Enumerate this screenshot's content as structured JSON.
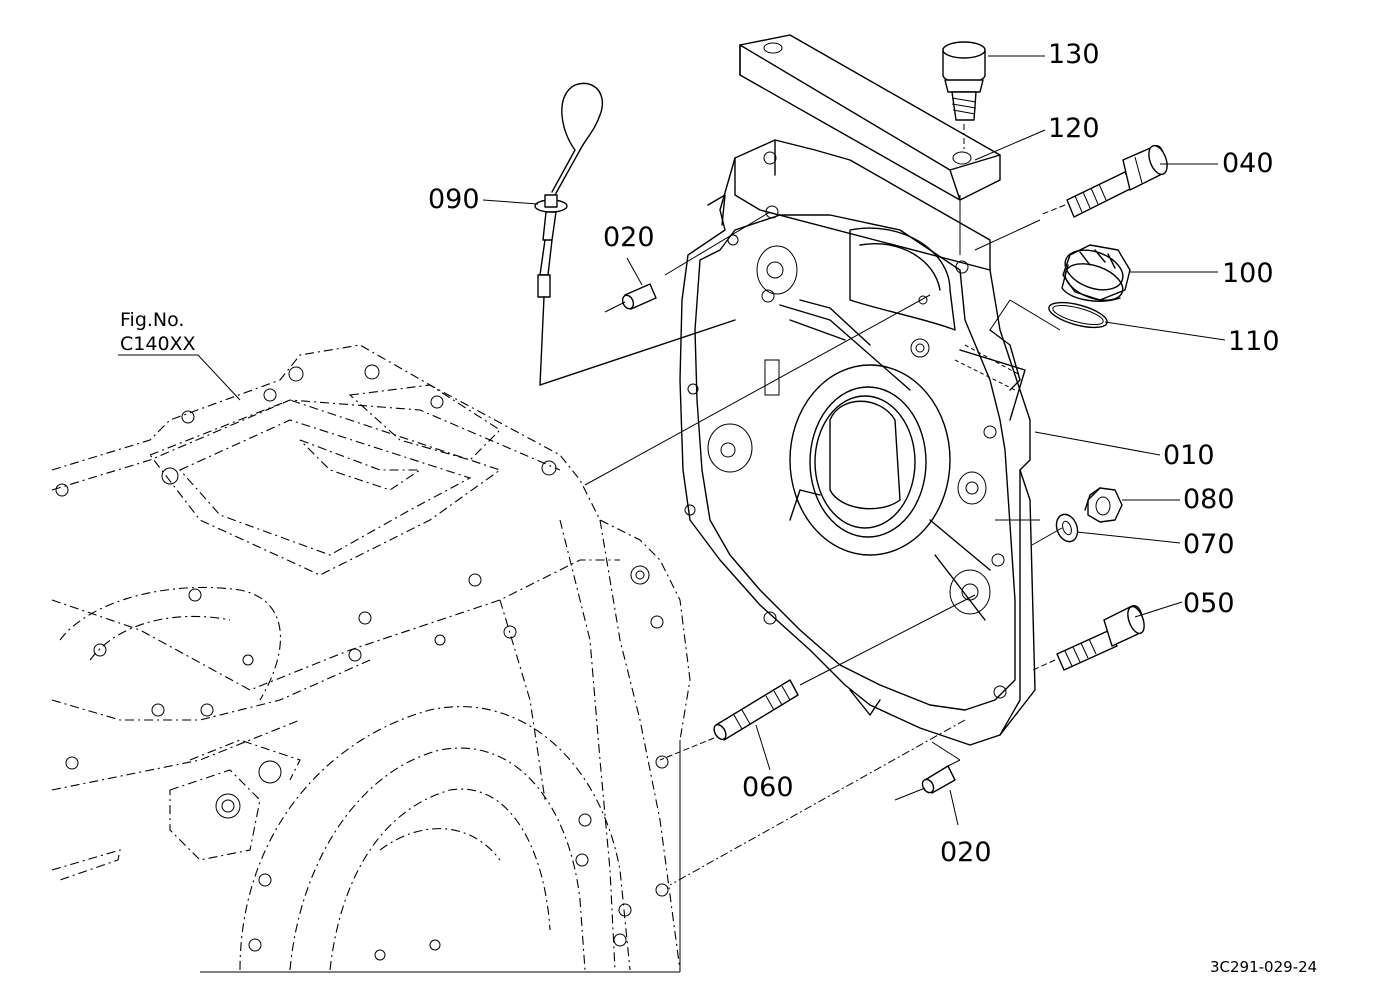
{
  "diagram": {
    "figure_ref": {
      "line1": "Fig.No.",
      "line2": "C140XX"
    },
    "drawing_code": "3C291-029-24",
    "callouts": [
      {
        "id": "130",
        "label": "130"
      },
      {
        "id": "120",
        "label": "120"
      },
      {
        "id": "040",
        "label": "040"
      },
      {
        "id": "090",
        "label": "090"
      },
      {
        "id": "020a",
        "label": "020"
      },
      {
        "id": "100",
        "label": "100"
      },
      {
        "id": "110",
        "label": "110"
      },
      {
        "id": "010",
        "label": "010"
      },
      {
        "id": "080",
        "label": "080"
      },
      {
        "id": "070",
        "label": "070"
      },
      {
        "id": "050",
        "label": "050"
      },
      {
        "id": "060",
        "label": "060"
      },
      {
        "id": "020b",
        "label": "020"
      }
    ]
  }
}
